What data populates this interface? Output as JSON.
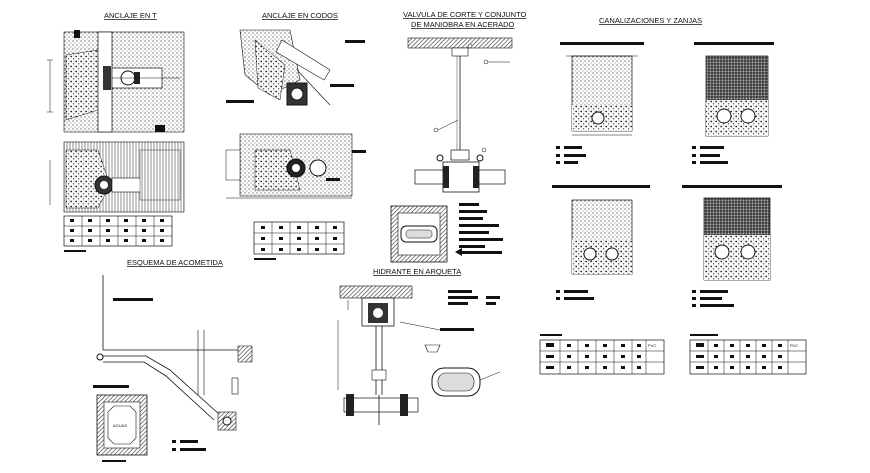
{
  "titles": {
    "anclaje_t": "ANCLAJE EN T",
    "anclaje_codos": "ANCLAJE EN CODOS",
    "valvula_line1": "VALVULA DE CORTE Y CONJUNTO",
    "valvula_line2": "DE MANIOBRA EN ACERADO",
    "canalizaciones": "CANALIZACIONES Y ZANJAS",
    "esquema": "ESQUEMA DE ACOMETIDA",
    "hidrante": "HIDRANTE EN ARQUETA"
  },
  "labels": {
    "pvc_left": "PVC",
    "pvc_right": "PVC",
    "arqueta_box": "AGUAS"
  },
  "colors": {
    "ink": "#111111",
    "paper": "#ffffff",
    "hatch": "#555555"
  }
}
